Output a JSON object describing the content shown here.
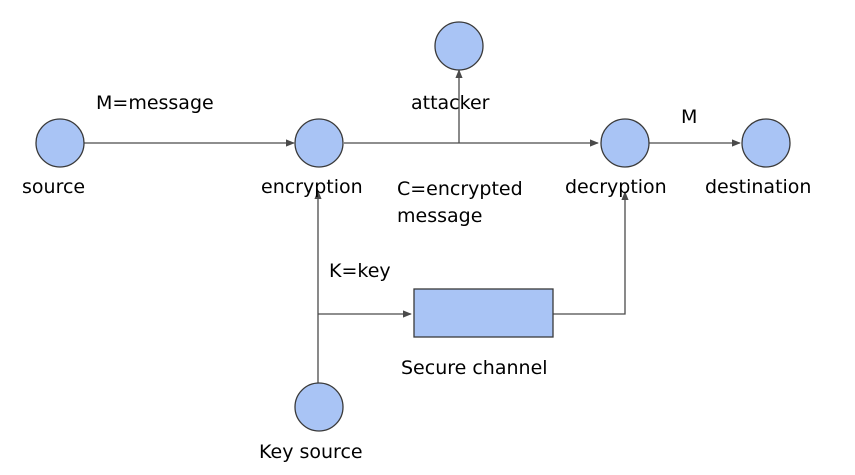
{
  "colors": {
    "node_fill": "#a9c4f5",
    "node_stroke": "#3a3a3a",
    "edge": "#4a4a4a",
    "text": "#000000"
  },
  "nodes": {
    "source": "source",
    "encryption": "encryption",
    "attacker": "attacker",
    "decryption": "decryption",
    "destination": "destination",
    "key_source": "Key source",
    "secure_channel": "Secure channel"
  },
  "edges": {
    "message": "M=message",
    "plain_out": "M",
    "ciphertext_line1": "C=encrypted",
    "ciphertext_line2": "message",
    "key": "K=key"
  }
}
